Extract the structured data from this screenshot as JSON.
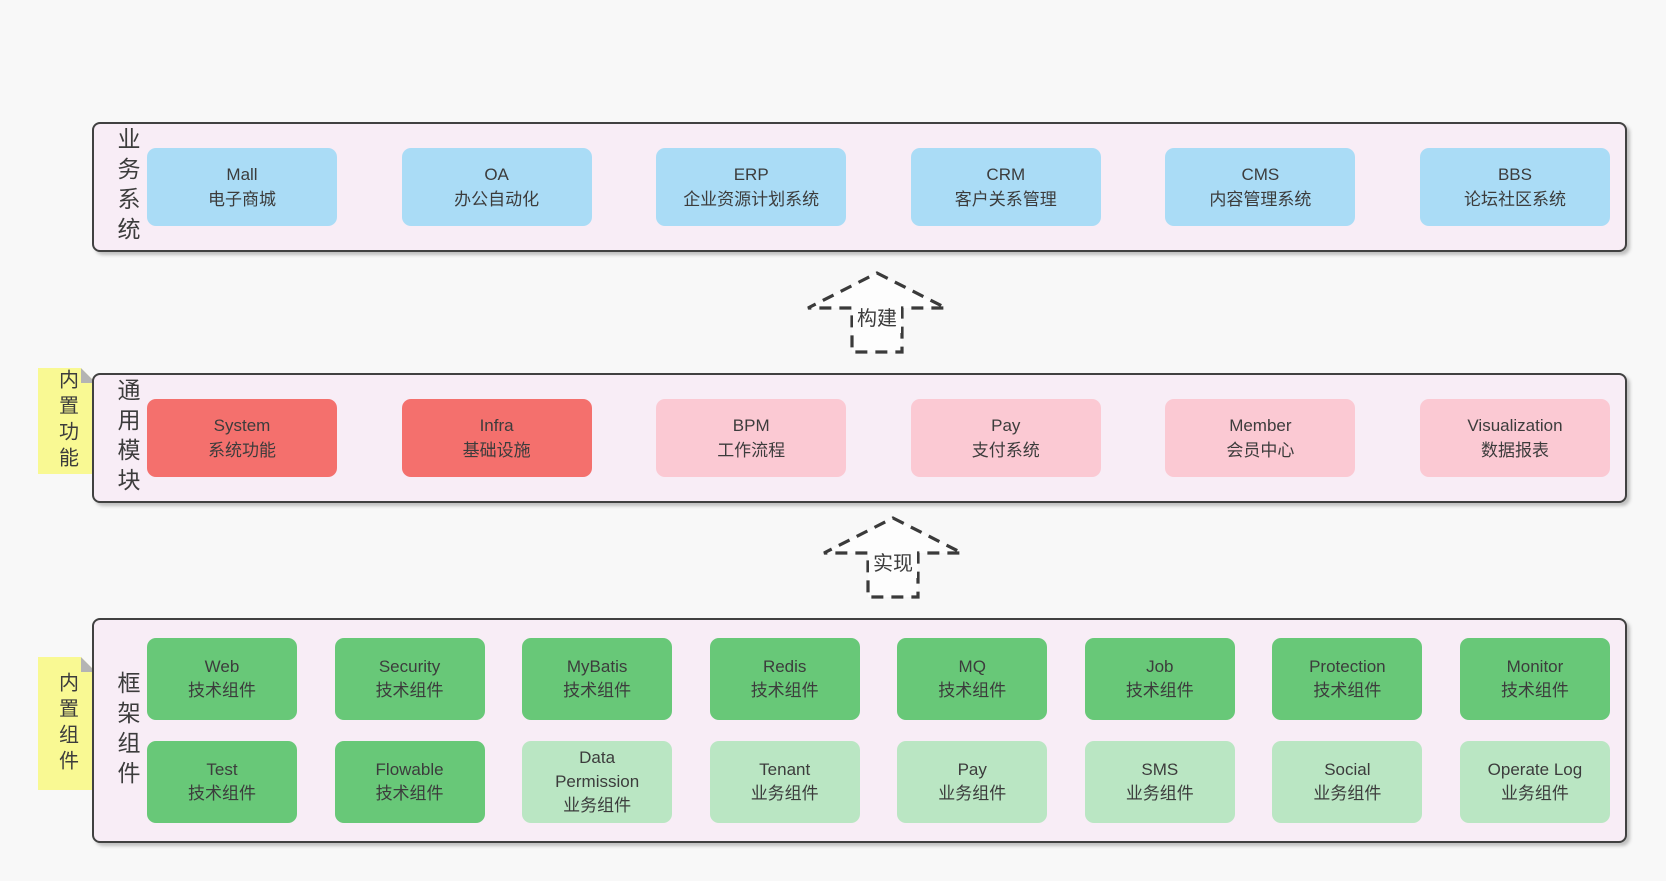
{
  "diagram": {
    "kind": "layered-architecture-diagram",
    "language": "zh-CN"
  },
  "colors": {
    "page_bg": "#f8f8f8",
    "layer_bg": "#f8edf6",
    "layer_border": "#414141",
    "blue": "#aadcf6",
    "red": "#f4706d",
    "pink": "#fbc9d3",
    "green": "#68c878",
    "lightgreen": "#bae6c3",
    "sticky_yellow": "#f9f993",
    "sticky_fold": "#b4b4b4",
    "arrow_fill": "#fdfdfd",
    "text": "#3c3c3c"
  },
  "arrows": [
    {
      "label": "构建"
    },
    {
      "label": "实现"
    }
  ],
  "layers": [
    {
      "label": "业务系统",
      "sticky": null,
      "rows": [
        [
          {
            "title": "Mall",
            "subtitle": "电子商城",
            "variant": "blue"
          },
          {
            "title": "OA",
            "subtitle": "办公自动化",
            "variant": "blue"
          },
          {
            "title": "ERP",
            "subtitle": "企业资源计划系统",
            "variant": "blue"
          },
          {
            "title": "CRM",
            "subtitle": "客户关系管理",
            "variant": "blue"
          },
          {
            "title": "CMS",
            "subtitle": "内容管理系统",
            "variant": "blue"
          },
          {
            "title": "BBS",
            "subtitle": "论坛社区系统",
            "variant": "blue"
          }
        ]
      ]
    },
    {
      "label": "通用模块",
      "sticky": "内置功能",
      "rows": [
        [
          {
            "title": "System",
            "subtitle": "系统功能",
            "variant": "red"
          },
          {
            "title": "Infra",
            "subtitle": "基础设施",
            "variant": "red"
          },
          {
            "title": "BPM",
            "subtitle": "工作流程",
            "variant": "pink"
          },
          {
            "title": "Pay",
            "subtitle": "支付系统",
            "variant": "pink"
          },
          {
            "title": "Member",
            "subtitle": "会员中心",
            "variant": "pink"
          },
          {
            "title": "Visualization",
            "subtitle": "数据报表",
            "variant": "pink"
          }
        ]
      ]
    },
    {
      "label": "框架组件",
      "sticky": "内置组件",
      "rows": [
        [
          {
            "title": "Web",
            "subtitle": "技术组件",
            "variant": "green"
          },
          {
            "title": "Security",
            "subtitle": "技术组件",
            "variant": "green"
          },
          {
            "title": "MyBatis",
            "subtitle": "技术组件",
            "variant": "green"
          },
          {
            "title": "Redis",
            "subtitle": "技术组件",
            "variant": "green"
          },
          {
            "title": "MQ",
            "subtitle": "技术组件",
            "variant": "green"
          },
          {
            "title": "Job",
            "subtitle": "技术组件",
            "variant": "green"
          },
          {
            "title": "Protection",
            "subtitle": "技术组件",
            "variant": "green"
          },
          {
            "title": "Monitor",
            "subtitle": "技术组件",
            "variant": "green"
          }
        ],
        [
          {
            "title": "Test",
            "subtitle": "技术组件",
            "variant": "green"
          },
          {
            "title": "Flowable",
            "subtitle": "技术组件",
            "variant": "green"
          },
          {
            "title": "Data Permission",
            "subtitle": "业务组件",
            "variant": "lightgreen"
          },
          {
            "title": "Tenant",
            "subtitle": "业务组件",
            "variant": "lightgreen"
          },
          {
            "title": "Pay",
            "subtitle": "业务组件",
            "variant": "lightgreen"
          },
          {
            "title": "SMS",
            "subtitle": "业务组件",
            "variant": "lightgreen"
          },
          {
            "title": "Social",
            "subtitle": "业务组件",
            "variant": "lightgreen"
          },
          {
            "title": "Operate Log",
            "subtitle": "业务组件",
            "variant": "lightgreen"
          }
        ]
      ]
    }
  ]
}
